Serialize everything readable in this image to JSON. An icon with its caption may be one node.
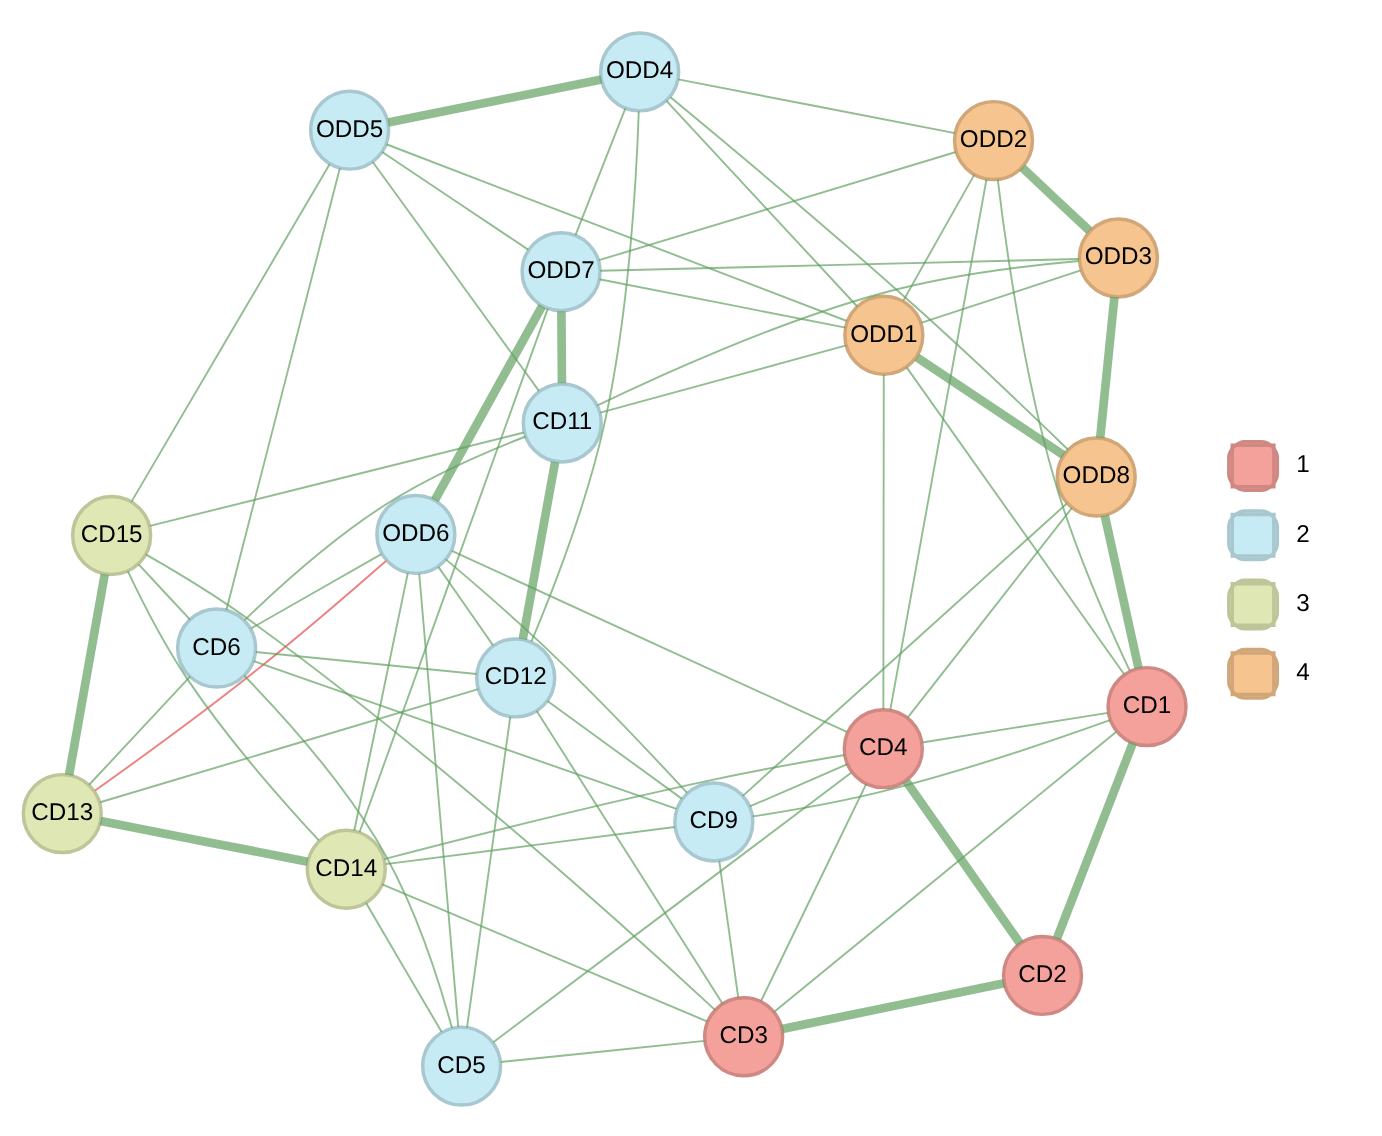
{
  "diagram": {
    "nodes": [
      {
        "text": [
          "CD13"
        ]
      },
      {
        "text": [
          "CD14"
        ]
      },
      {
        "text": [
          "CD3"
        ]
      },
      {
        "text": [
          "CD2"
        ]
      },
      {
        "text": [
          "CD15"
        ]
      },
      {
        "text": [
          "CD9"
        ]
      },
      {
        "text": [
          "CD4"
        ]
      },
      {
        "text": [
          "CD1"
        ]
      },
      {
        "text": [
          "CD5"
        ]
      },
      {
        "text": [
          "CD6"
        ]
      },
      {
        "text": [
          "CD12"
        ]
      },
      {
        "text": [
          "ODD6"
        ]
      },
      {
        "text": [
          "ODD8"
        ]
      },
      {
        "text": [
          "CD11"
        ]
      },
      {
        "text": [
          "ODD1"
        ]
      },
      {
        "text": [
          "ODD7"
        ]
      },
      {
        "text": [
          "ODD3"
        ]
      },
      {
        "text": [
          "ODD5"
        ]
      },
      {
        "text": [
          "ODD4"
        ]
      },
      {
        "text": [
          "ODD2"
        ]
      }
    ],
    "edges": [
      {
        "from": 0,
        "to": 1,
        "arrow": "none",
        "style": "thick"
      },
      {
        "from": 0,
        "to": 4,
        "arrow": "none",
        "style": "thick"
      },
      {
        "from": 2,
        "to": 3,
        "arrow": "none",
        "style": "thick"
      },
      {
        "from": 3,
        "to": 6,
        "arrow": "none",
        "style": "thick"
      },
      {
        "from": 3,
        "to": 7,
        "arrow": "none",
        "style": "thick"
      },
      {
        "from": 7,
        "to": 12,
        "arrow": "none",
        "style": "thick"
      },
      {
        "from": 12,
        "to": 14,
        "arrow": "none",
        "style": "thick"
      },
      {
        "from": 12,
        "to": 16,
        "arrow": "none",
        "style": "thick"
      },
      {
        "from": 16,
        "to": 19,
        "arrow": "none",
        "style": "thick"
      },
      {
        "from": 10,
        "to": 13,
        "arrow": "none",
        "style": "thick"
      },
      {
        "from": 13,
        "to": 15,
        "arrow": "none",
        "style": "thick"
      },
      {
        "from": 17,
        "to": 18,
        "arrow": "none",
        "style": "thick"
      },
      {
        "from": 11,
        "to": 15,
        "arrow": "none",
        "style": "thick"
      },
      {
        "from": 15,
        "to": 18,
        "arrow": "none"
      },
      {
        "from": 14,
        "to": 18,
        "arrow": "none"
      },
      {
        "from": 2,
        "to": 6,
        "arrow": "none"
      },
      {
        "from": 2,
        "to": 7,
        "arrow": "none"
      },
      {
        "from": 6,
        "to": 7,
        "arrow": "none"
      },
      {
        "from": 5,
        "to": 6,
        "arrow": "none"
      },
      {
        "from": 5,
        "to": 7,
        "arrow": "none"
      },
      {
        "from": 5,
        "to": 2,
        "arrow": "none"
      },
      {
        "from": 1,
        "to": 5,
        "arrow": "none"
      },
      {
        "from": 1,
        "to": 8,
        "arrow": "none"
      },
      {
        "from": 1,
        "to": 4,
        "arrow": "none"
      },
      {
        "from": 8,
        "to": 11,
        "arrow": "none"
      },
      {
        "from": 8,
        "to": 9,
        "arrow": "none"
      },
      {
        "from": 8,
        "to": 10,
        "arrow": "none"
      },
      {
        "from": 5,
        "to": 10,
        "arrow": "none"
      },
      {
        "from": 5,
        "to": 9,
        "arrow": "none"
      },
      {
        "from": 5,
        "to": 11,
        "arrow": "none"
      },
      {
        "from": 9,
        "to": 10,
        "arrow": "none"
      },
      {
        "from": 9,
        "to": 13,
        "arrow": "none"
      },
      {
        "from": 9,
        "to": 17,
        "arrow": "none"
      },
      {
        "from": 13,
        "to": 17,
        "arrow": "none"
      },
      {
        "from": 14,
        "to": 16,
        "arrow": "none"
      },
      {
        "from": 14,
        "to": 19,
        "arrow": "none"
      },
      {
        "from": 6,
        "to": 11,
        "arrow": "none"
      },
      {
        "from": 2,
        "to": 10,
        "arrow": "none"
      },
      {
        "from": 14,
        "to": 15,
        "arrow": "none"
      },
      {
        "from": 15,
        "to": 16,
        "arrow": "none"
      },
      {
        "from": 17,
        "to": 15,
        "arrow": "none"
      },
      {
        "from": 18,
        "to": 19,
        "arrow": "none"
      },
      {
        "from": 7,
        "to": 14,
        "arrow": "none"
      },
      {
        "from": 7,
        "to": 19,
        "arrow": "none"
      },
      {
        "from": 6,
        "to": 14,
        "arrow": "none"
      },
      {
        "from": 6,
        "to": 19,
        "arrow": "none"
      },
      {
        "from": 4,
        "to": 9,
        "arrow": "none"
      },
      {
        "from": 4,
        "to": 13,
        "arrow": "none"
      },
      {
        "from": 4,
        "to": 17,
        "arrow": "none"
      },
      {
        "from": 4,
        "to": 2,
        "arrow": "none"
      },
      {
        "from": 0,
        "to": 10,
        "arrow": "none"
      },
      {
        "from": 0,
        "to": 9,
        "arrow": "none"
      },
      {
        "from": 1,
        "to": 11,
        "arrow": "none"
      },
      {
        "from": 1,
        "to": 15,
        "arrow": "none"
      },
      {
        "from": 10,
        "to": 11,
        "arrow": "none"
      },
      {
        "from": 9,
        "to": 11,
        "arrow": "none"
      },
      {
        "from": 13,
        "to": 14,
        "arrow": "none"
      },
      {
        "from": 17,
        "to": 14,
        "arrow": "none"
      },
      {
        "from": 18,
        "to": 12,
        "arrow": "none"
      },
      {
        "from": 19,
        "to": 15,
        "arrow": "none"
      },
      {
        "from": 12,
        "to": 6,
        "arrow": "none"
      },
      {
        "from": 12,
        "to": 5,
        "arrow": "none"
      },
      {
        "from": 8,
        "to": 2,
        "arrow": "none"
      },
      {
        "from": 8,
        "to": 6,
        "arrow": "none"
      },
      {
        "from": 1,
        "to": 6,
        "arrow": "none"
      },
      {
        "from": 1,
        "to": 2,
        "arrow": "none"
      },
      {
        "from": 10,
        "to": 18,
        "arrow": "none"
      },
      {
        "from": 13,
        "to": 16,
        "arrow": "none"
      },
      {
        "from": 0,
        "to": 11,
        "arrow": "none",
        "color": "#f08080"
      }
    ],
    "legend": [
      {
        "text": "1",
        "color": "#f5a19b"
      },
      {
        "text": "2",
        "color": "#c6ebf4"
      },
      {
        "text": "3",
        "color": "#dfe8b5"
      },
      {
        "text": "4",
        "color": "#f6c48f"
      }
    ]
  }
}
